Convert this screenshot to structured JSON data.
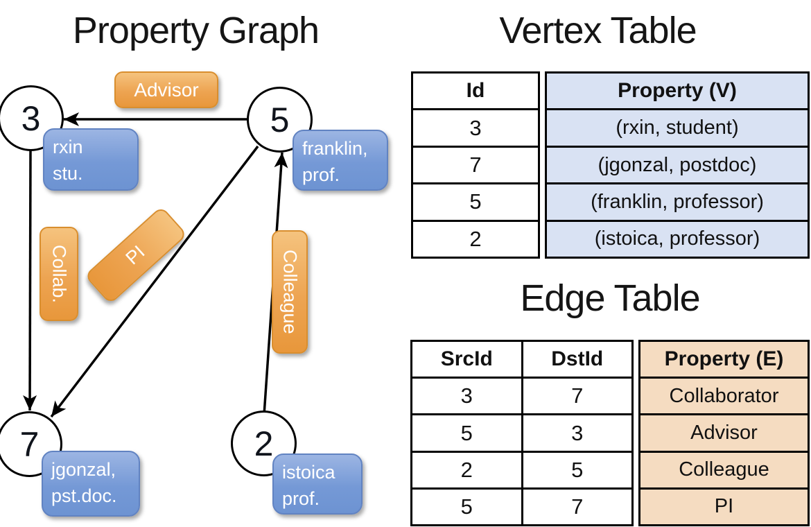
{
  "graph": {
    "title": "Property Graph",
    "nodes": [
      {
        "id": "3",
        "property_line1": "rxin",
        "property_line2": "stu."
      },
      {
        "id": "5",
        "property_line1": "franklin,",
        "property_line2": "prof."
      },
      {
        "id": "7",
        "property_line1": "jgonzal,",
        "property_line2": "pst.doc."
      },
      {
        "id": "2",
        "property_line1": "istoica",
        "property_line2": "prof."
      }
    ],
    "edges": [
      {
        "src": "5",
        "dst": "3",
        "label": "Advisor"
      },
      {
        "src": "3",
        "dst": "7",
        "label": "Collab."
      },
      {
        "src": "5",
        "dst": "7",
        "label": "PI"
      },
      {
        "src": "2",
        "dst": "5",
        "label": "Colleague"
      }
    ]
  },
  "vertex_table": {
    "title": "Vertex Table",
    "columns": {
      "id": "Id",
      "property": "Property (V)"
    },
    "rows": [
      {
        "id": "3",
        "property": "(rxin, student)"
      },
      {
        "id": "7",
        "property": "(jgonzal, postdoc)"
      },
      {
        "id": "5",
        "property": "(franklin, professor)"
      },
      {
        "id": "2",
        "property": "(istoica, professor)"
      }
    ]
  },
  "edge_table": {
    "title": "Edge Table",
    "columns": {
      "src": "SrcId",
      "dst": "DstId",
      "property": "Property (E)"
    },
    "rows": [
      {
        "src": "3",
        "dst": "7",
        "property": "Collaborator"
      },
      {
        "src": "5",
        "dst": "3",
        "property": "Advisor"
      },
      {
        "src": "2",
        "dst": "5",
        "property": "Colleague"
      },
      {
        "src": "5",
        "dst": "7",
        "property": "PI"
      }
    ]
  },
  "colors": {
    "vertex_property_bg": "#d9e2f3",
    "edge_property_bg": "#f5dcc1",
    "vertex_box_blue": "#7599d6",
    "edge_label_orange": "#eda452",
    "line_black": "#000000"
  }
}
